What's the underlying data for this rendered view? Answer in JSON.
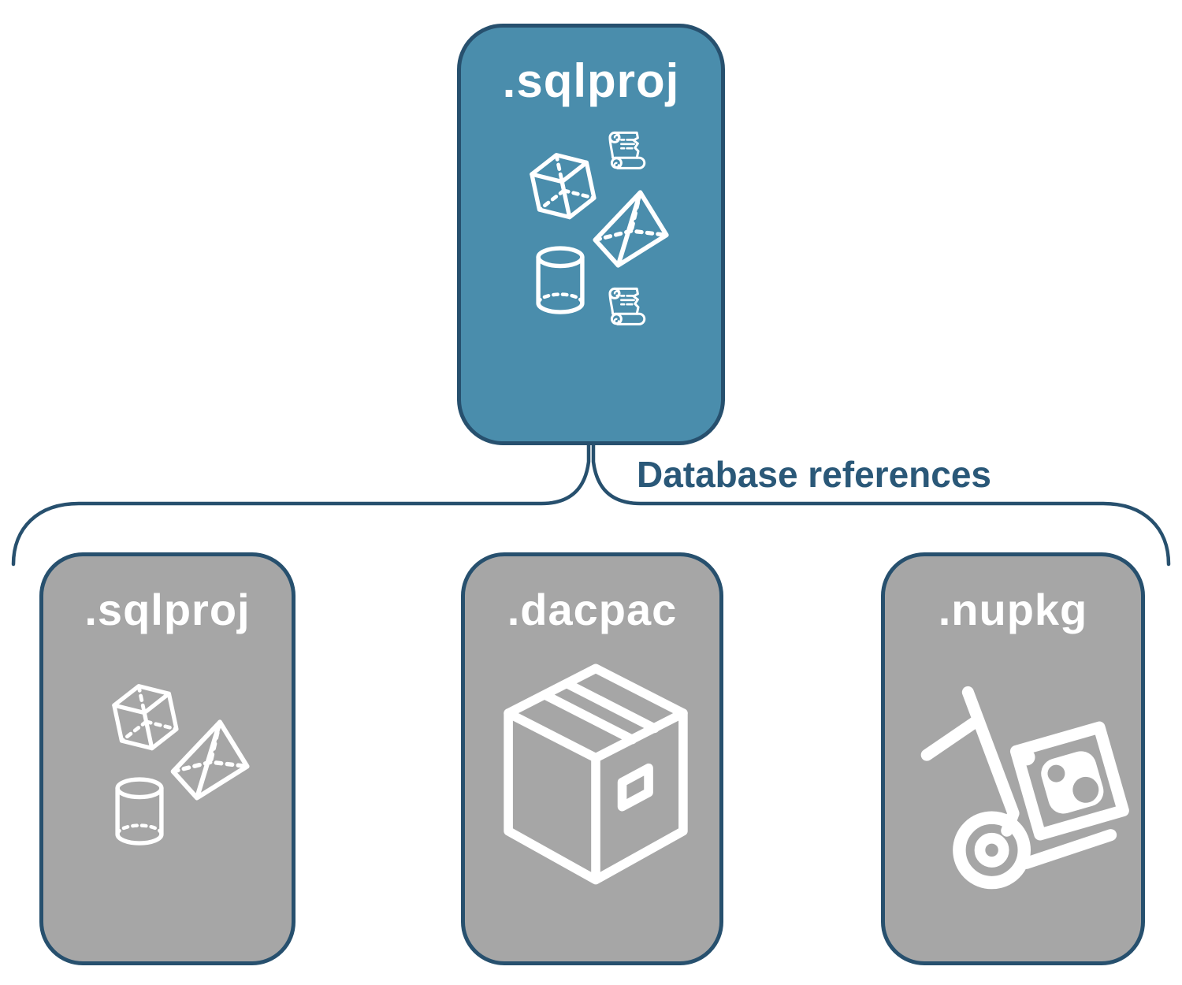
{
  "diagram": {
    "root": {
      "label": ".sqlproj",
      "icons": [
        "cube-icon",
        "scroll-icon",
        "pyramid-icon",
        "cylinder-icon",
        "scroll-icon"
      ]
    },
    "connector_label": "Database references",
    "children": [
      {
        "label": ".sqlproj",
        "icons": [
          "cube-icon",
          "pyramid-icon",
          "cylinder-icon"
        ]
      },
      {
        "label": ".dacpac",
        "icons": [
          "package-box-icon"
        ]
      },
      {
        "label": ".nupkg",
        "icons": [
          "hand-truck-nuget-icon"
        ]
      }
    ],
    "colors": {
      "root_fill": "#4A8DAC",
      "child_fill": "#A6A6A6",
      "stroke": "#27506E",
      "connector_label_color": "#2A5878",
      "icon_color": "#FFFFFF"
    }
  }
}
